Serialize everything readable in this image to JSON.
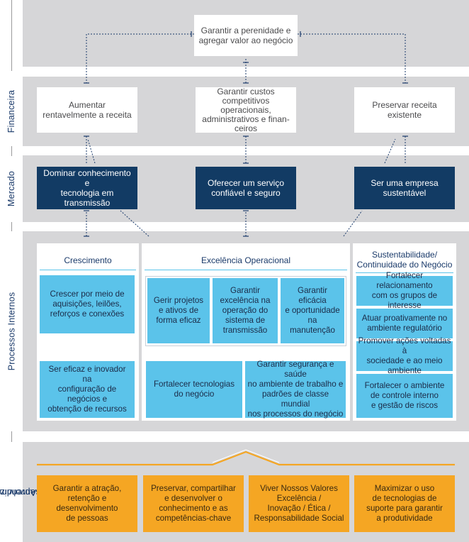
{
  "perspectives": {
    "financeira": "Financeira",
    "mercado": "Mercado",
    "processos": "Processos Internos",
    "aprendizado_line1": "Aprendizado e",
    "aprendizado_line2": "Desenvolvimento"
  },
  "top_goal": {
    "line1": "Garantir a perenidade e",
    "line2": "agregar valor ao negócio"
  },
  "financeira": [
    {
      "lines": [
        "Aumentar",
        "rentavelmente a receita"
      ]
    },
    {
      "lines": [
        "Garantir custos",
        "competitivos operacionais,",
        "administrativos e finan-",
        "ceiros"
      ]
    },
    {
      "lines": [
        "Preservar receita existente"
      ]
    }
  ],
  "mercado": [
    {
      "lines": [
        "Dominar conhecimento e",
        "tecnologia em transmissão"
      ]
    },
    {
      "lines": [
        "Oferecer um serviço",
        "confiável e seguro"
      ]
    },
    {
      "lines": [
        "Ser uma empresa",
        "sustentável"
      ]
    }
  ],
  "processos": {
    "crescimento": {
      "title": "Crescimento",
      "items": [
        {
          "lines": [
            "Crescer por meio de",
            "aquisições, leilões,",
            "reforços e conexões"
          ]
        },
        {
          "lines": [
            "Ser eficaz e inovador na",
            "configuração de negócios e",
            "obtenção de recursos"
          ]
        }
      ]
    },
    "excelencia": {
      "title": "Excelência Operacional",
      "top_items": [
        {
          "lines": [
            "Gerir projetos",
            "e ativos de",
            "forma eficaz"
          ]
        },
        {
          "lines": [
            "Garantir",
            "excelência na",
            "operação do",
            "sistema de",
            "transmissão"
          ]
        },
        {
          "lines": [
            "Garantir eficácia",
            "e oportunidade",
            "na manutenção"
          ]
        }
      ],
      "bottom_items": [
        {
          "lines": [
            "Fortalecer tecnologias",
            "do negócio"
          ]
        },
        {
          "lines": [
            "Garantir segurança e saúde",
            "no ambiente de trabalho e",
            "padrões de classe mundial",
            "nos processos do negócio"
          ]
        }
      ]
    },
    "sustentabilidade": {
      "title_line1": "Sustentabilidade/",
      "title_line2": "Continuidade do Negócio",
      "items": [
        {
          "lines": [
            "Fortalecer relacionamento",
            "com os grupos de interesse"
          ]
        },
        {
          "lines": [
            "Atuar proativamente no",
            "ambiente regulatório"
          ]
        },
        {
          "lines": [
            "Promover ações voltadas à",
            "sociedade e ao meio ambiente"
          ]
        },
        {
          "lines": [
            "Fortalecer o ambiente",
            "de controle interno",
            "e gestão de riscos"
          ]
        }
      ]
    }
  },
  "aprendizado": [
    {
      "lines": [
        "Garantir a atração,",
        "retenção e",
        "desenvolvimento",
        "de pessoas"
      ]
    },
    {
      "lines": [
        "Preservar, compartilhar",
        "e desenvolver o",
        "conhecimento e as",
        "competências-chave"
      ]
    },
    {
      "lines": [
        "Viver Nossos Valores",
        "Excelência /",
        "Inovação / Ética /",
        "Responsabilidade Social"
      ]
    },
    {
      "lines": [
        "Maximizar o uso",
        "de tecnologias de",
        "suporte para garantir",
        "a produtividade"
      ]
    }
  ],
  "colors": {
    "band": "#d6d6d8",
    "navy": "#123b64",
    "cyan": "#5bc3ea",
    "orange": "#f5a623",
    "connector": "#1a3a6a"
  }
}
